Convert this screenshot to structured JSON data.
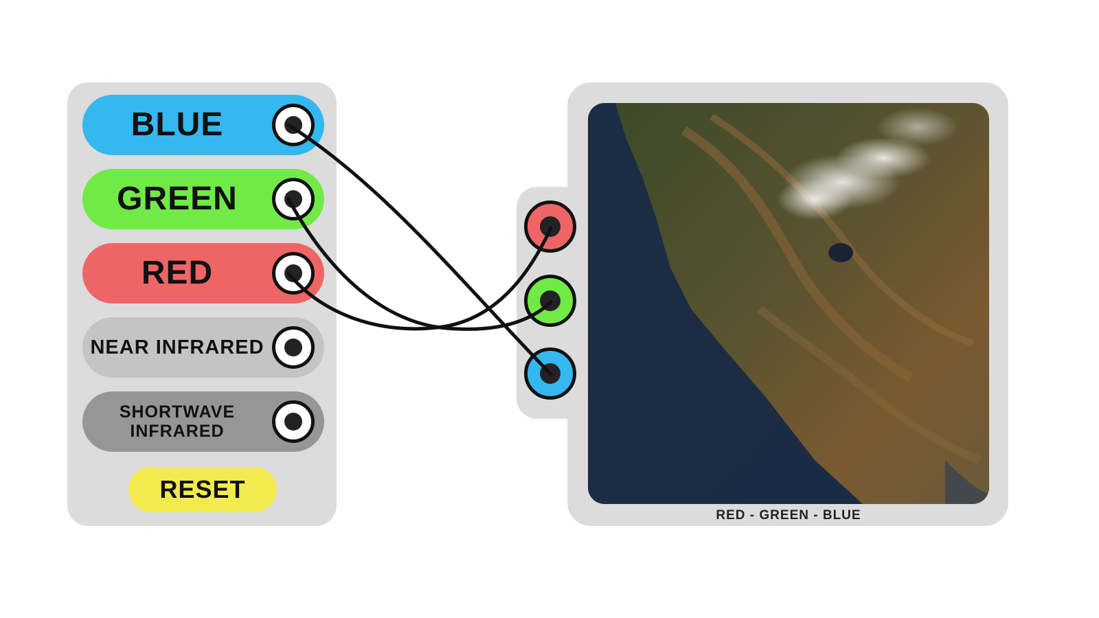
{
  "bands": [
    {
      "key": "blue",
      "label": "BLUE",
      "color": "#35b7f0",
      "connected_to": "blue"
    },
    {
      "key": "green",
      "label": "GREEN",
      "color": "#71ea47",
      "connected_to": "green"
    },
    {
      "key": "red",
      "label": "RED",
      "color": "#ef6566",
      "connected_to": "red"
    },
    {
      "key": "nir",
      "label": "NEAR INFRARED",
      "color": "#c4c4c4",
      "connected_to": null
    },
    {
      "key": "swir",
      "label": "SHORTWAVE INFRARED",
      "color": "#969696",
      "connected_to": null
    }
  ],
  "reset_label": "RESET",
  "reset_color": "#f2ea4e",
  "inputs": [
    {
      "key": "red",
      "color": "#ef6566"
    },
    {
      "key": "green",
      "color": "#71ea47"
    },
    {
      "key": "blue",
      "color": "#35b7f0"
    }
  ],
  "composite_caption": "RED - GREEN - BLUE",
  "image_description_icon": "satellite-coastline-image"
}
